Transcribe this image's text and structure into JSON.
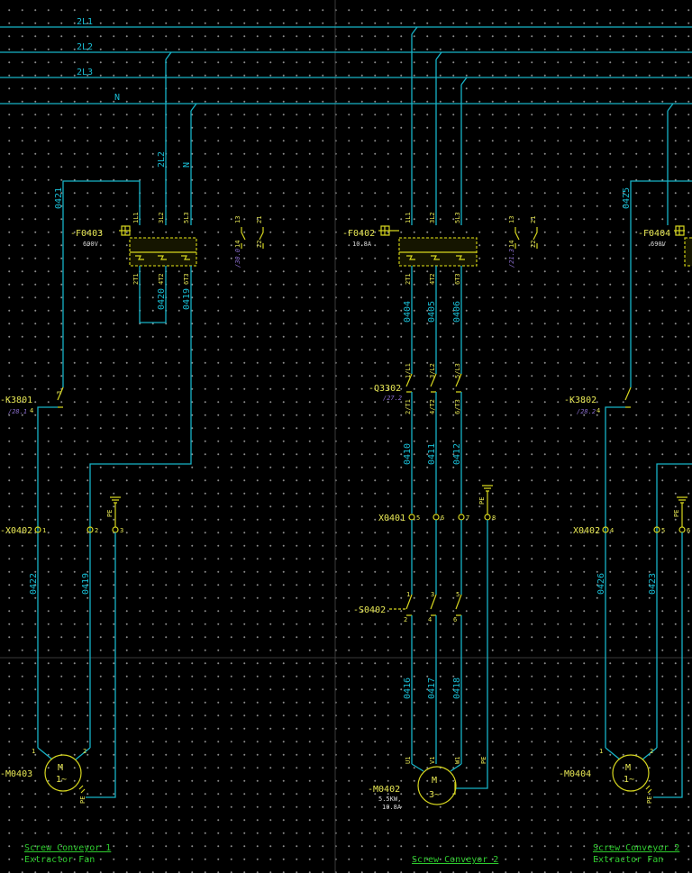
{
  "colors": {
    "background": "#000000",
    "wire": "#17b3c7",
    "component": "#d6d61f",
    "description": "#2ecc2e",
    "cross_reference": "#8c6fd1"
  },
  "buses": [
    "2L1",
    "2L2",
    "2L3",
    "N"
  ],
  "drop_labels": {
    "l2": "2L2",
    "n": "N"
  },
  "breakers": [
    {
      "tag": "-F0403",
      "rating": "690V",
      "xref": "/30.0",
      "poles_top": [
        "1L1",
        "3L2",
        "5L3"
      ],
      "poles_bottom": [
        "2T1",
        "4T2",
        "6T3"
      ],
      "aux_top": [
        "13",
        "21"
      ],
      "aux_bottom": [
        "14",
        "22"
      ]
    },
    {
      "tag": "-F0402",
      "rating": "10.8A",
      "xref": "/21.3",
      "poles_top": [
        "1L1",
        "3L2",
        "5L3"
      ],
      "poles_bottom": [
        "2T1",
        "4T2",
        "6T3"
      ],
      "aux_top": [
        "13",
        "21"
      ],
      "aux_bottom": [
        "14",
        "22"
      ]
    },
    {
      "tag": "-F0404",
      "rating": "690V"
    }
  ],
  "contactors": [
    {
      "tag": "-K3801",
      "xref": "/28.1",
      "pins": [
        "3",
        "4"
      ]
    },
    {
      "tag": "-Q3302",
      "xref": "/27.2",
      "pins_top": [
        "1/L1",
        "3/L2",
        "5/L3"
      ],
      "pins_bottom": [
        "2/T1",
        "4/T2",
        "6/T3"
      ]
    },
    {
      "tag": "-K3802",
      "xref": "/28.2",
      "pins": [
        "4"
      ]
    }
  ],
  "wire_numbers": [
    "0421",
    "0420",
    "0419",
    "0422",
    "0419",
    "0404",
    "0405",
    "0406",
    "0410",
    "0411",
    "0412",
    "0416",
    "0417",
    "0418",
    "0425",
    "0426",
    "0423"
  ],
  "terminals": [
    {
      "tag": "-X0402",
      "pins": [
        "1",
        "2",
        "3"
      ]
    },
    {
      "tag": "X0401",
      "pins": [
        "5",
        "6",
        "7",
        "8"
      ]
    },
    {
      "tag": "X0402",
      "pins": [
        "4",
        "5",
        "6"
      ]
    }
  ],
  "earth_label": "PE",
  "isolator": {
    "tag": "-S0402",
    "pins_top": [
      "1",
      "3",
      "5"
    ],
    "pins_bottom": [
      "2",
      "4",
      "6"
    ]
  },
  "motors": [
    {
      "tag": "-M0403",
      "symbol": "M",
      "phase": "1~",
      "terminals": [
        "1",
        "2",
        "PE"
      ]
    },
    {
      "tag": "-M0402",
      "symbol": "M",
      "phase": "3~",
      "rating": "5.5KW,",
      "current": "10.8A",
      "terminals": [
        "U1",
        "V1",
        "W1",
        "PE"
      ]
    },
    {
      "tag": "-M0404",
      "symbol": "M",
      "phase": "1~",
      "terminals": [
        "1",
        "2",
        "PE"
      ]
    }
  ],
  "descriptions": [
    {
      "line1": "Screw Conveyor 1",
      "line2": "Extractor Fan"
    },
    {
      "line1": "Screw Conveyor 2",
      "line2": ""
    },
    {
      "line1": "Screw Conveyor 2",
      "line2": "Extractor Fan"
    }
  ]
}
